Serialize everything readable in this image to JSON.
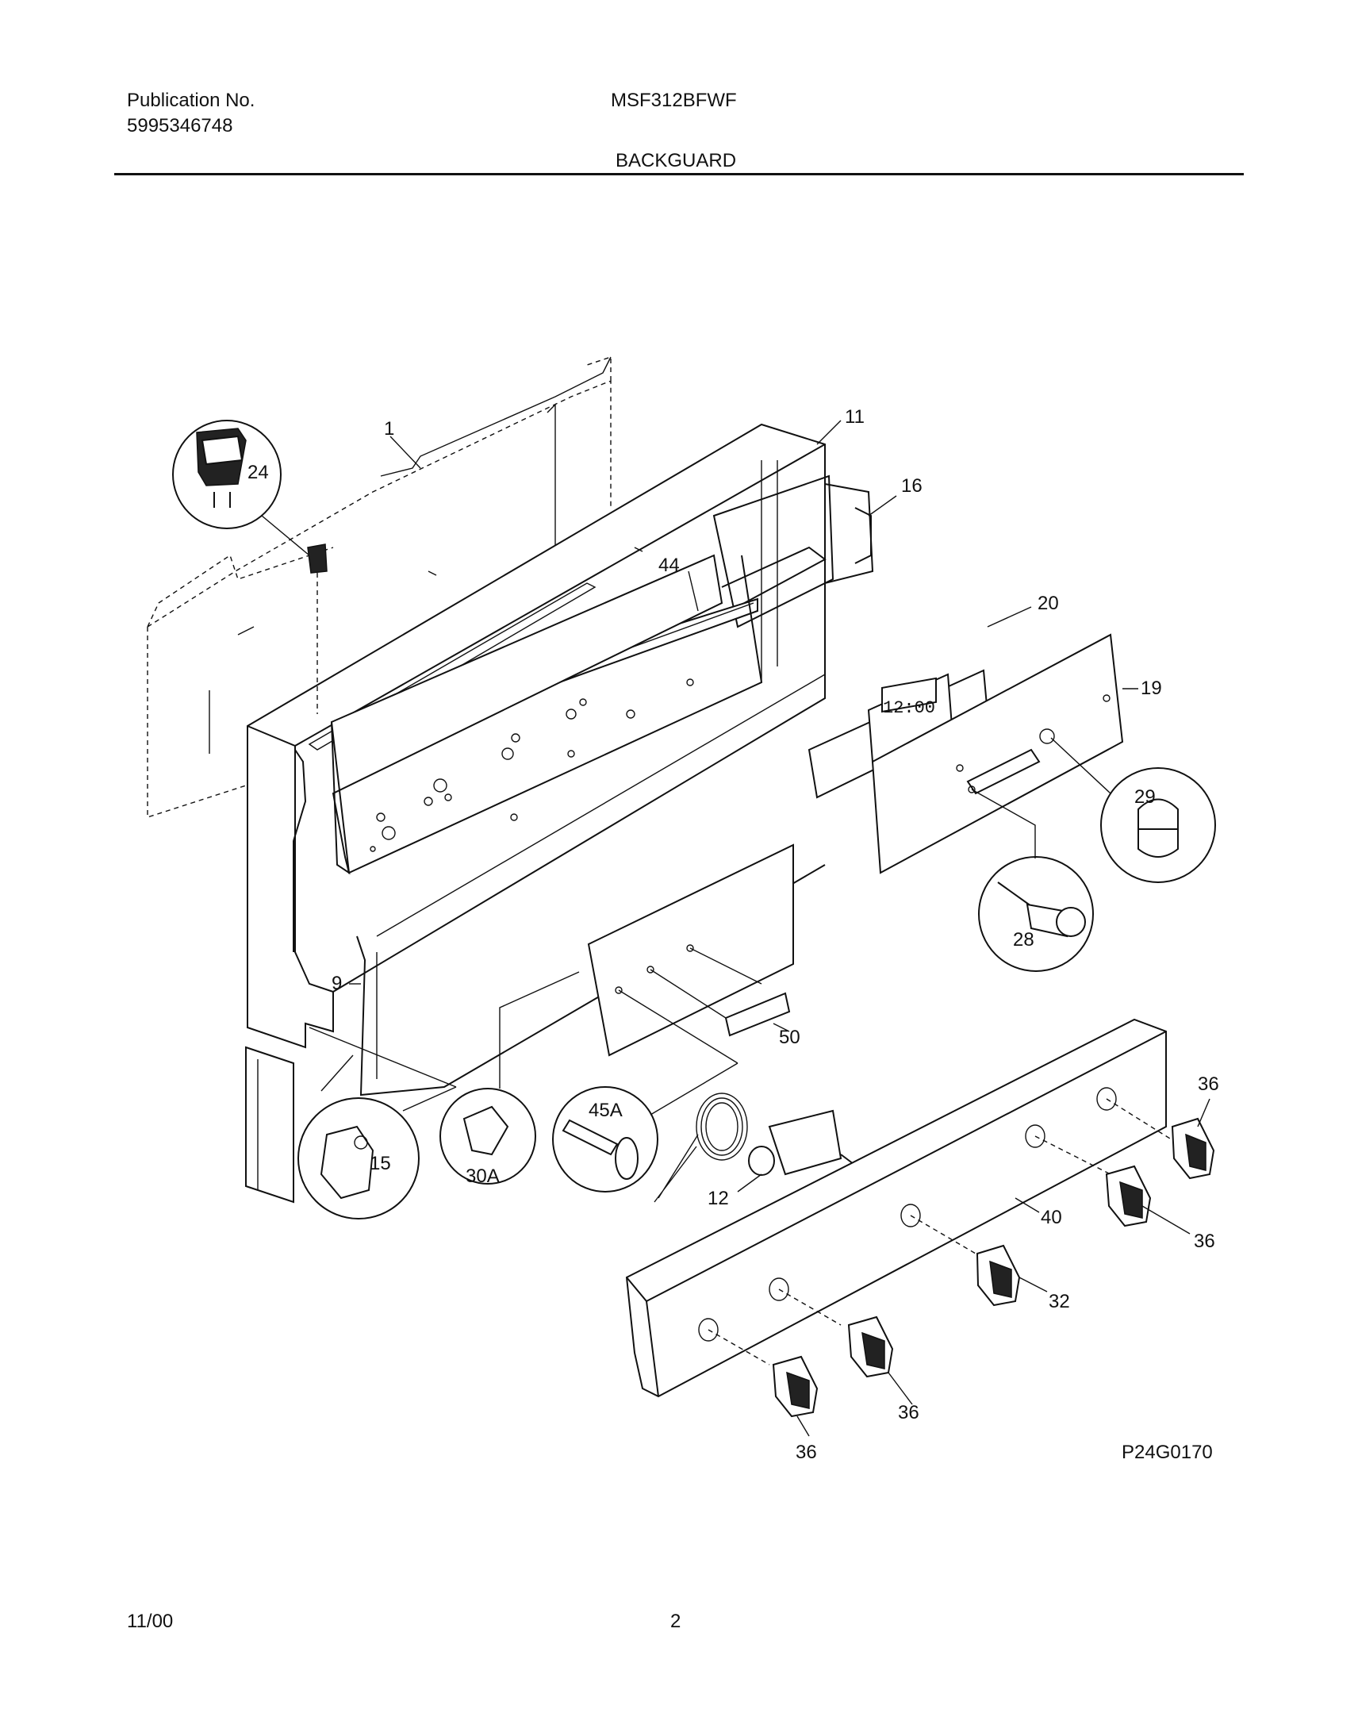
{
  "header": {
    "publication_label": "Publication No.",
    "publication_number": "5995346748",
    "model": "MSF312BFWF",
    "section_title": "BACKGUARD"
  },
  "diagram": {
    "callouts": [
      "1",
      "11",
      "16",
      "24",
      "44",
      "20",
      "19",
      "29",
      "28",
      "9",
      "50",
      "36",
      "15",
      "30A",
      "45A",
      "12",
      "40",
      "36",
      "32",
      "36",
      "36"
    ],
    "clock_display": "12:00",
    "drawing_id": "P24G0170"
  },
  "footer": {
    "date": "11/00",
    "page": "2"
  }
}
